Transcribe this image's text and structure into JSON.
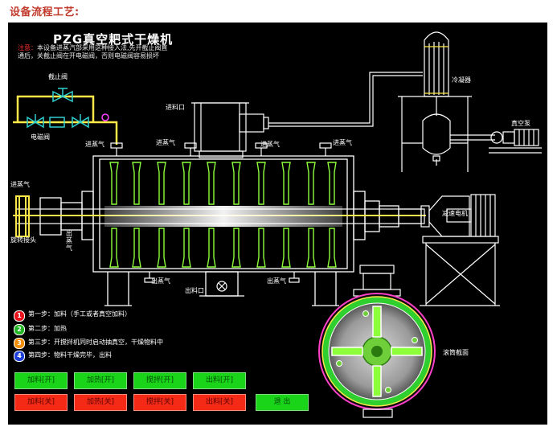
{
  "page_heading": "设备流程工艺:",
  "diagram": {
    "title": "PZG真空耙式干燥机",
    "note_prefix": "注意：",
    "note_line1": "本设备进蒸汽部采用这种接入法,先开截止阀直",
    "note_line2": "通后，关截止阀在开电磁阀，否则电磁阀容易损坏",
    "labels": {
      "stop_valve": "截止阀",
      "solenoid_valve": "电磁阀",
      "feed_port_top": "进料口",
      "condenser": "冷凝器",
      "vacuum_pump": "真空泵",
      "steam_in_1": "进蒸气",
      "steam_in_2": "进蒸气",
      "steam_in_3": "进蒸气",
      "steam_in_4": "进蒸气",
      "steam_in_left": "进蒸气",
      "rotary_joint": "旋转接头",
      "steam_out_left": "出\n蒸\n气",
      "steam_out_1": "出蒸气",
      "steam_out_2": "出蒸气",
      "discharge_port": "出料口",
      "reducer_motor": "减速电机",
      "drum_section": "滚筒截面"
    }
  },
  "steps": [
    {
      "num": "1",
      "color": "#e8141b",
      "text": "第一步：加料（手工或者真空加料）"
    },
    {
      "num": "2",
      "color": "#22b422",
      "text": "第二步：加热"
    },
    {
      "num": "3",
      "color": "#f28c00",
      "text": "第三步：开搅拌机同时启动抽真空，干燥物料中"
    },
    {
      "num": "4",
      "color": "#1e3fd8",
      "text": "第四步：物料干燥完毕，出料"
    }
  ],
  "buttons": {
    "feed_on": "加料[开]",
    "heat_on": "加热[开]",
    "stir_on": "搅拌[开]",
    "discharge_on": "出料[开]",
    "feed_off": "加料[关]",
    "heat_off": "加热[关]",
    "stir_off": "搅拌[关]",
    "discharge_off": "出料[关]",
    "exit": "退 出"
  },
  "colors": {
    "line_white": "#ffffff",
    "line_yellow": "#ffe94a",
    "line_green": "#8cff3a",
    "panel_bg": "#000000",
    "button_on": "#19d419",
    "button_off": "#f42a16",
    "heading": "#c0392b"
  }
}
